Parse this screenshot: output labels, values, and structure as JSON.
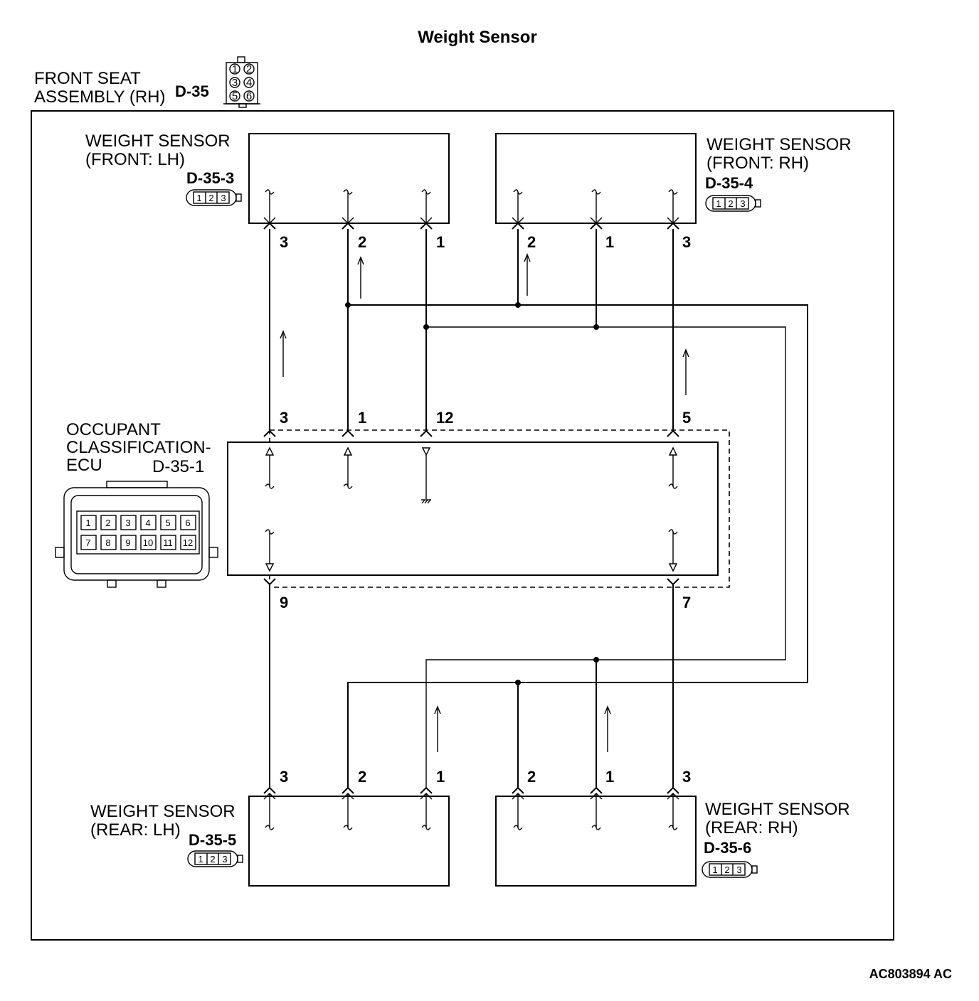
{
  "title": "Weight Sensor",
  "assembly": {
    "line1": "FRONT SEAT",
    "line2": "ASSEMBLY (RH)",
    "code": "D-35",
    "pins": [
      "1",
      "2",
      "3",
      "4",
      "5",
      "6"
    ]
  },
  "sensor_front_lh": {
    "line1": "WEIGHT SENSOR",
    "line2": "(FRONT: LH)",
    "code": "D-35-3",
    "pins": [
      "3",
      "2",
      "1"
    ]
  },
  "sensor_front_rh": {
    "line1": "WEIGHT SENSOR",
    "line2": "(FRONT: RH)",
    "code": "D-35-4",
    "pins": [
      "2",
      "1",
      "3"
    ]
  },
  "sensor_rear_lh": {
    "line1": "WEIGHT SENSOR",
    "line2": "(REAR: LH)",
    "code": "D-35-5",
    "pins": [
      "3",
      "2",
      "1"
    ]
  },
  "sensor_rear_rh": {
    "line1": "WEIGHT SENSOR",
    "line2": "(REAR: RH)",
    "code": "D-35-6",
    "pins": [
      "2",
      "1",
      "3"
    ]
  },
  "connector_small_pins": [
    "1",
    "2",
    "3"
  ],
  "ecu": {
    "line1": "OCCUPANT",
    "line2": "CLASSIFICATION-",
    "line3": "ECU",
    "code": "D-35-1",
    "top_pins": [
      "3",
      "1",
      "12",
      "5"
    ],
    "bottom_pins": [
      "9",
      "7"
    ],
    "connector_pins": [
      "1",
      "2",
      "3",
      "4",
      "5",
      "6",
      "7",
      "8",
      "9",
      "10",
      "11",
      "12"
    ]
  },
  "reference": "AC803894 AC"
}
